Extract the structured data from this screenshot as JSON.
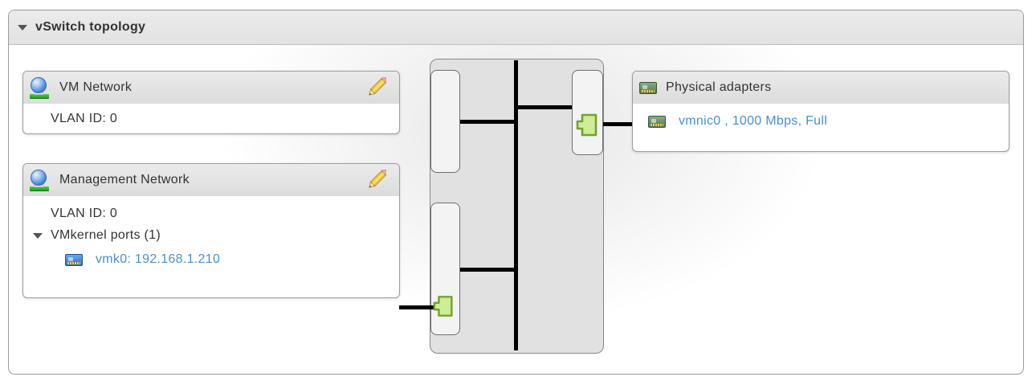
{
  "panel": {
    "title": "vSwitch topology"
  },
  "port_groups": [
    {
      "name": "VM Network",
      "vlan": "VLAN ID: 0"
    },
    {
      "name": "Management Network",
      "vlan": "VLAN ID: 0",
      "vmkernel_ports_label": "VMkernel ports (1)",
      "vmkernel_ports": [
        {
          "label": "vmk0: 192.168.1.210"
        }
      ]
    }
  ],
  "physical": {
    "title": "Physical adapters",
    "adapters": [
      {
        "label": "vmnic0 , 1000 Mbps, Full"
      }
    ]
  },
  "icons": {
    "collapse": "triangle-down",
    "port_group": "network-globe",
    "edit": "pencil",
    "vmkernel_port": "nic-card-blue",
    "physical_adapter": "nic-card-green",
    "port_connector": "green-plug-square"
  },
  "colors": {
    "link": "#4a8ecf",
    "port_fill": "#cdee96",
    "port_border": "#74a22e",
    "switch_fill": "#e1e1e1",
    "header_gray": "#e5e5e5",
    "line": "#000000"
  }
}
